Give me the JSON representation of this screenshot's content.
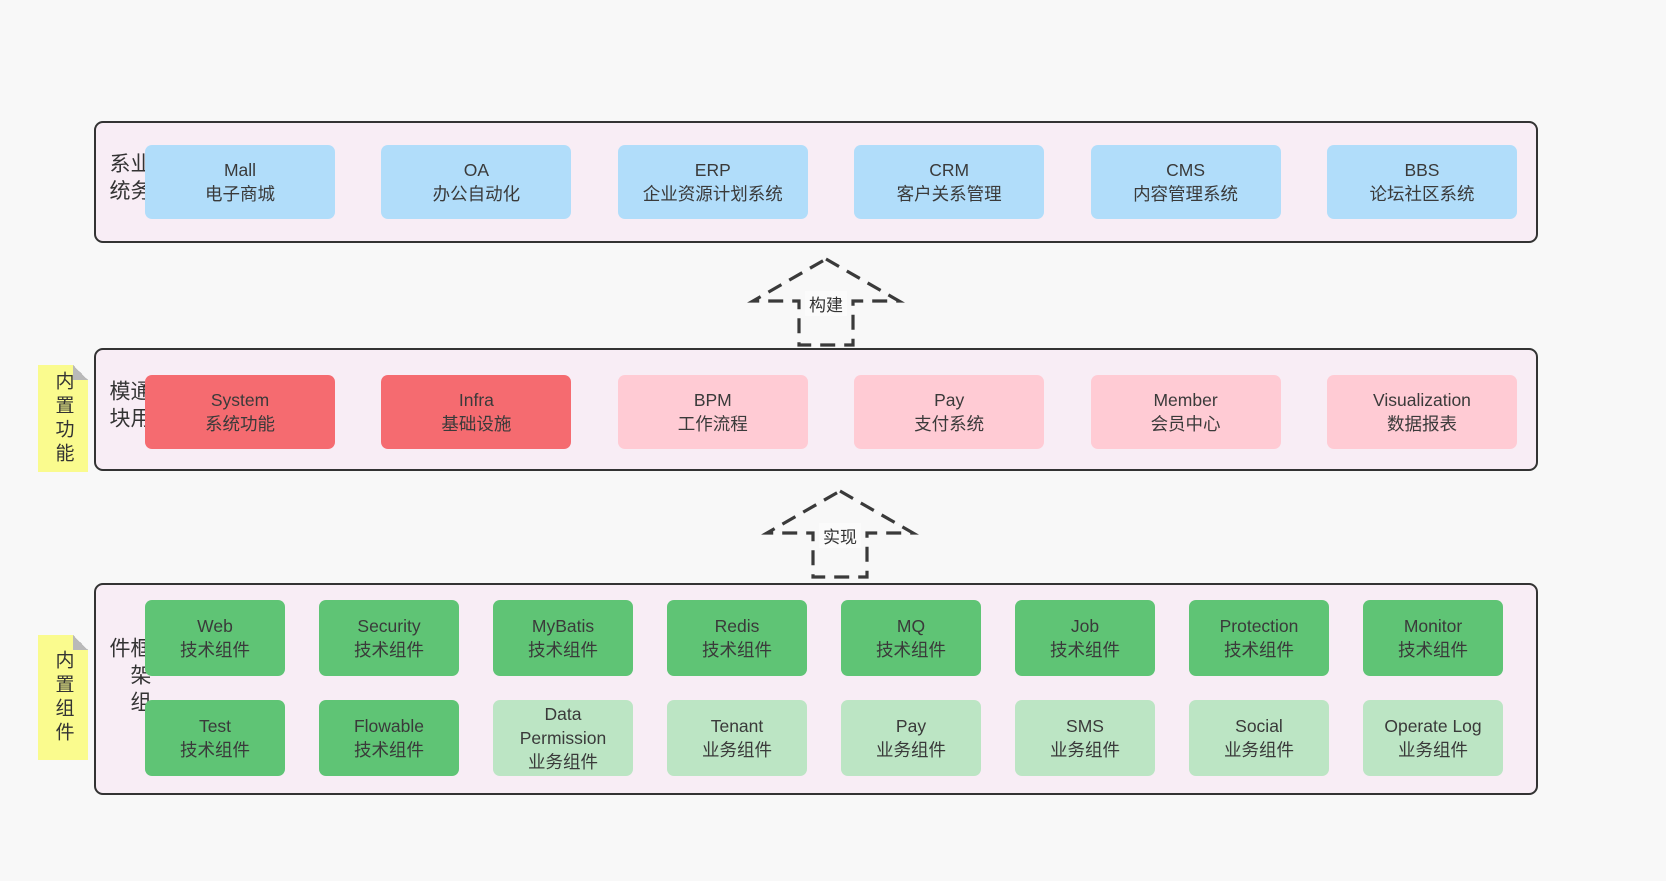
{
  "colors": {
    "page_bg": "#f8f8f8",
    "panel_bg": "#f8edf5",
    "panel_border": "#333333",
    "blue_box": "#b1ddfa",
    "red_box": "#f56b70",
    "pink_box": "#ffcbd4",
    "green_box": "#5fc475",
    "light_green_box": "#bce5c4",
    "note_bg": "#fafb8e",
    "note_fold": "#b9b9b9",
    "text": "#3a3a3a"
  },
  "arrows": [
    {
      "label": "构建"
    },
    {
      "label": "实现"
    }
  ],
  "layers": {
    "business": {
      "label": "业务系统",
      "boxes": [
        {
          "title": "Mall",
          "subtitle": "电子商城",
          "variant": "blue"
        },
        {
          "title": "OA",
          "subtitle": "办公自动化",
          "variant": "blue"
        },
        {
          "title": "ERP",
          "subtitle": "企业资源计划系统",
          "variant": "blue"
        },
        {
          "title": "CRM",
          "subtitle": "客户关系管理",
          "variant": "blue"
        },
        {
          "title": "CMS",
          "subtitle": "内容管理系统",
          "variant": "blue"
        },
        {
          "title": "BBS",
          "subtitle": "论坛社区系统",
          "variant": "blue"
        }
      ]
    },
    "modules": {
      "label": "通用模块",
      "note": "内置功能",
      "boxes": [
        {
          "title": "System",
          "subtitle": "系统功能",
          "variant": "red"
        },
        {
          "title": "Infra",
          "subtitle": "基础设施",
          "variant": "red"
        },
        {
          "title": "BPM",
          "subtitle": "工作流程",
          "variant": "pink"
        },
        {
          "title": "Pay",
          "subtitle": "支付系统",
          "variant": "pink"
        },
        {
          "title": "Member",
          "subtitle": "会员中心",
          "variant": "pink"
        },
        {
          "title": "Visualization",
          "subtitle": "数据报表",
          "variant": "pink"
        }
      ]
    },
    "components": {
      "label": "框架组件",
      "note": "内置组件",
      "rows": [
        [
          {
            "title": "Web",
            "subtitle": "技术组件",
            "variant": "green"
          },
          {
            "title": "Security",
            "subtitle": "技术组件",
            "variant": "green"
          },
          {
            "title": "MyBatis",
            "subtitle": "技术组件",
            "variant": "green"
          },
          {
            "title": "Redis",
            "subtitle": "技术组件",
            "variant": "green"
          },
          {
            "title": "MQ",
            "subtitle": "技术组件",
            "variant": "green"
          },
          {
            "title": "Job",
            "subtitle": "技术组件",
            "variant": "green"
          },
          {
            "title": "Protection",
            "subtitle": "技术组件",
            "variant": "green"
          },
          {
            "title": "Monitor",
            "subtitle": "技术组件",
            "variant": "green"
          }
        ],
        [
          {
            "title": "Test",
            "subtitle": "技术组件",
            "variant": "green"
          },
          {
            "title": "Flowable",
            "subtitle": "技术组件",
            "variant": "green"
          },
          {
            "title": "Data Permission",
            "subtitle": "业务组件",
            "variant": "lightgreen"
          },
          {
            "title": "Tenant",
            "subtitle": "业务组件",
            "variant": "lightgreen"
          },
          {
            "title": "Pay",
            "subtitle": "业务组件",
            "variant": "lightgreen"
          },
          {
            "title": "SMS",
            "subtitle": "业务组件",
            "variant": "lightgreen"
          },
          {
            "title": "Social",
            "subtitle": "业务组件",
            "variant": "lightgreen"
          },
          {
            "title": "Operate Log",
            "subtitle": "业务组件",
            "variant": "lightgreen"
          }
        ]
      ]
    }
  }
}
